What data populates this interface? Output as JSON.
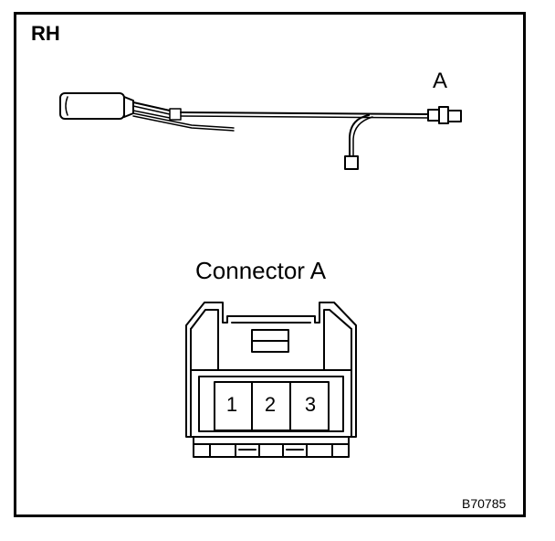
{
  "side_label": "RH",
  "callout": "A",
  "connector": {
    "title": "Connector A",
    "pins": [
      "1",
      "2",
      "3"
    ]
  },
  "figure_code": "B70785",
  "colors": {
    "line": "#000000",
    "background": "#ffffff"
  }
}
